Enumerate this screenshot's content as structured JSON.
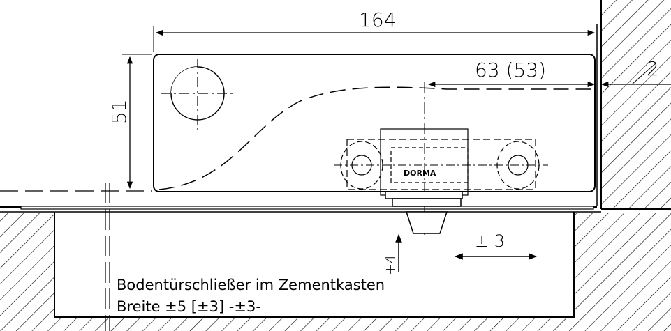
{
  "dimensions": {
    "width_overall": "164",
    "height": "51",
    "offset": "63 (53)",
    "wall_gap": "2",
    "lateral_adjust": "± 3",
    "vertical_adjust": "+4"
  },
  "product_logo": "DORMA",
  "notes": {
    "line1": "Bodentürschließer im Zementkasten",
    "line2": "Breite ±5 [±3] -±3-"
  }
}
